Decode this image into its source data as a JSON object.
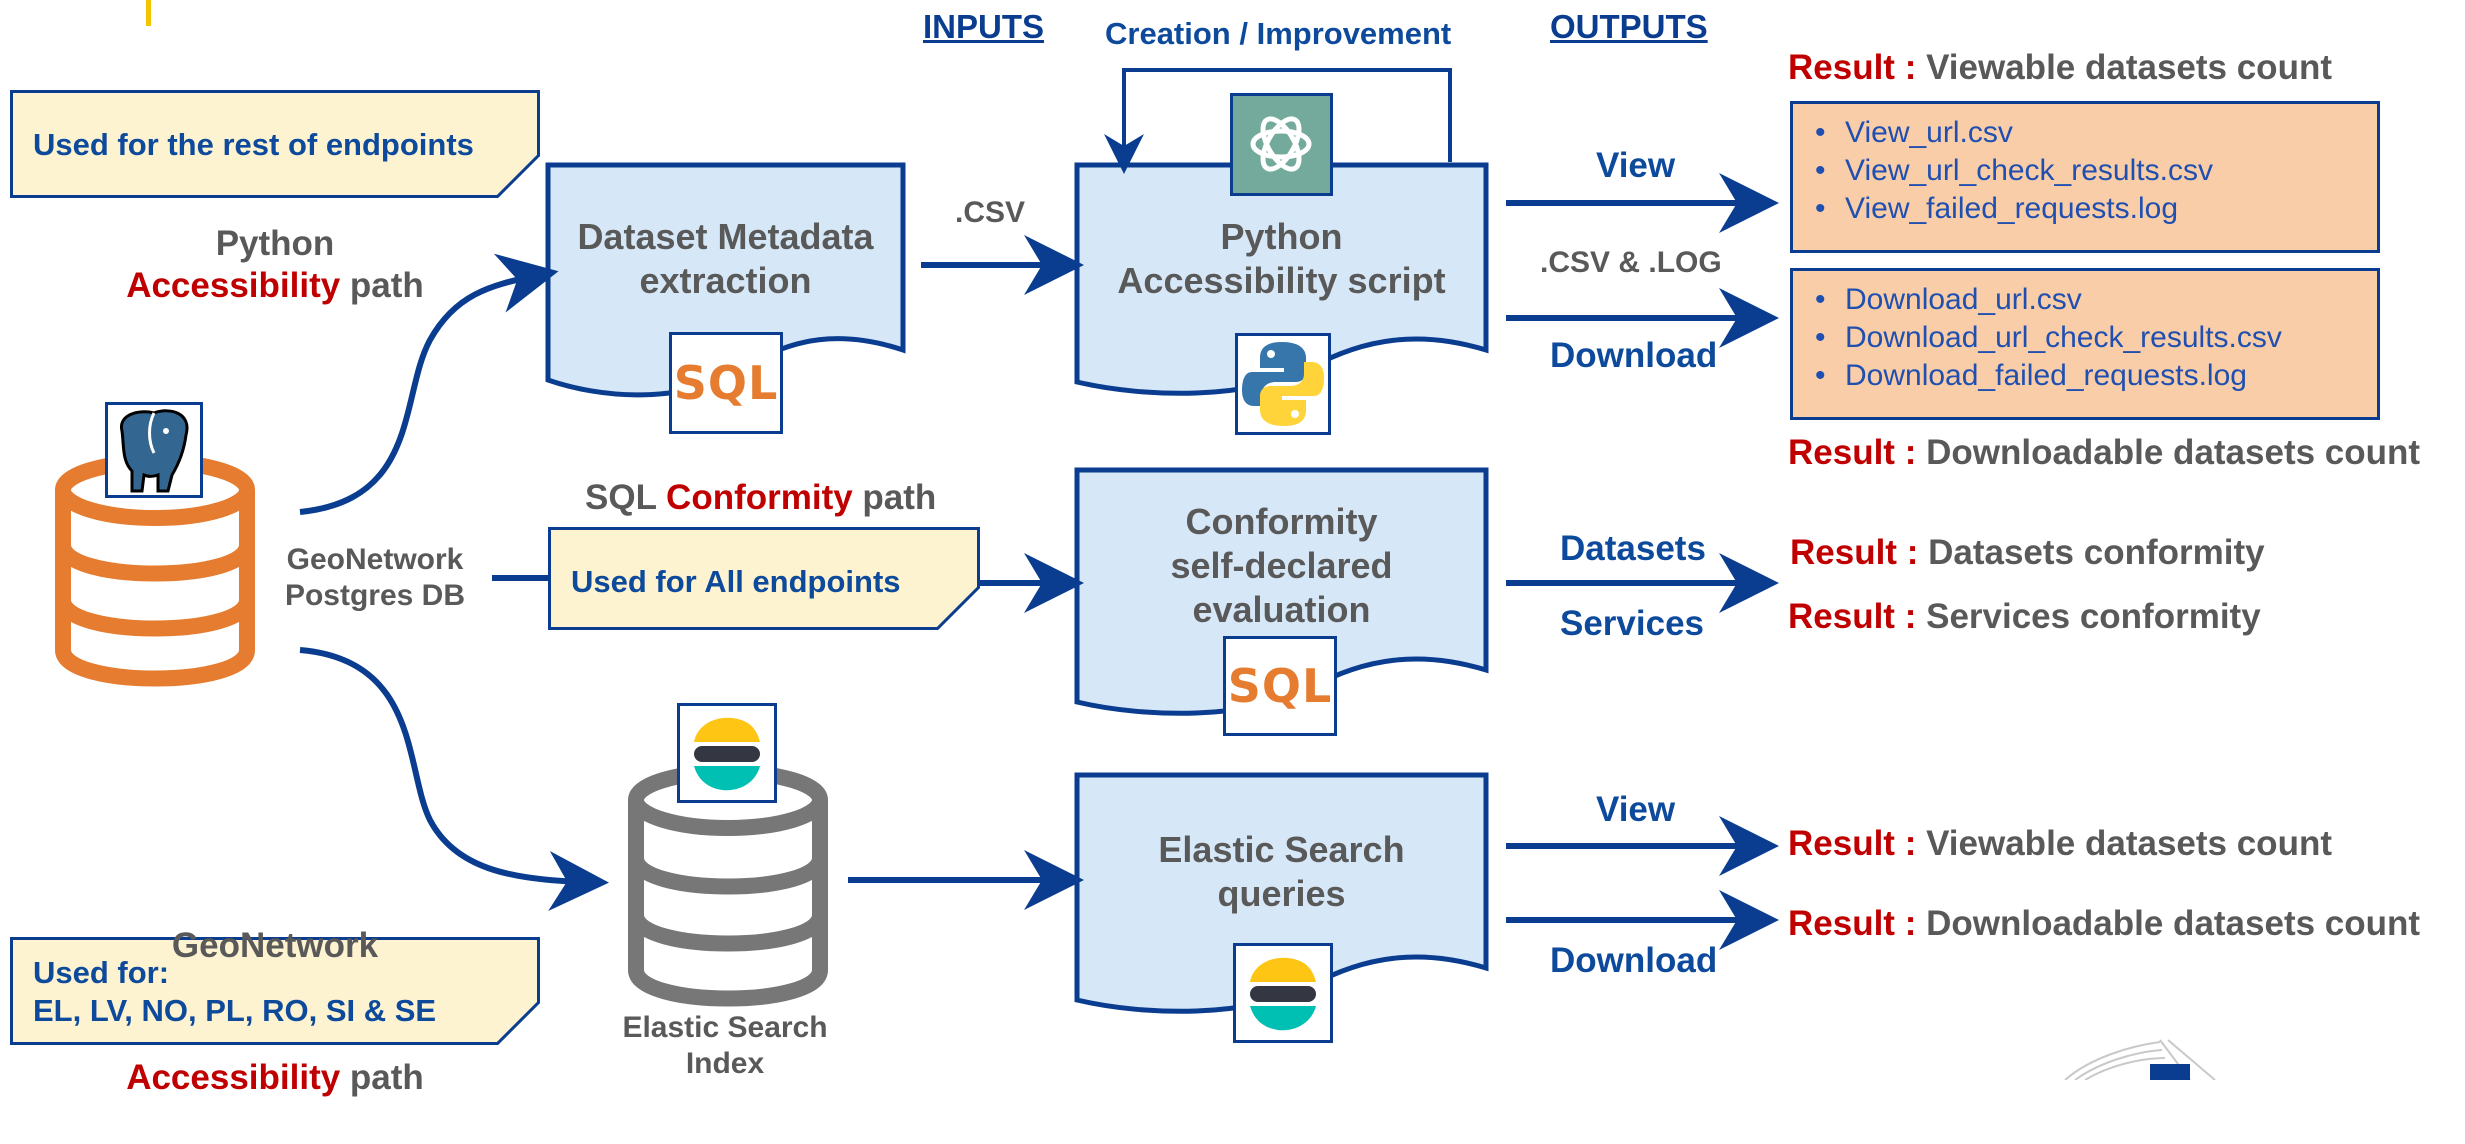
{
  "headers": {
    "inputs": "INPUTS",
    "creation": "Creation / Improvement",
    "outputs": "OUTPUTS"
  },
  "notes": {
    "rest": "Used for the rest of endpoints",
    "all": "Used for All endpoints",
    "used_for_line1": "Used for:",
    "used_for_line2": "EL, LV, NO, PL, RO, SI & SE"
  },
  "paths": {
    "python_line1": "Python",
    "python_accessibility": "Accessibility",
    "python_path": " path",
    "sql_prefix": "SQL ",
    "sql_conformity": "Conformity",
    "sql_path": " path",
    "geonetwork_line1": "GeoNetwork",
    "geonetwork_accessibility": "Accessibility",
    "geonetwork_path": " path"
  },
  "db": {
    "postgres_line1": "GeoNetwork",
    "postgres_line2": "Postgres DB",
    "elastic_line1": "Elastic Search",
    "elastic_line2": "Index"
  },
  "processes": {
    "metadata_line1": "Dataset Metadata",
    "metadata_line2": "extraction",
    "python_line1": "Python",
    "python_line2": "Accessibility script",
    "conformity_line1": "Conformity",
    "conformity_line2": "self-declared",
    "conformity_line3": "evaluation",
    "elastic_line1": "Elastic Search",
    "elastic_line2": "queries"
  },
  "icons": {
    "sql_text": "SQL"
  },
  "edges": {
    "csv": ".CSV",
    "csv_log": ".CSV & .LOG",
    "view1": "View",
    "download1": "Download",
    "datasets": "Datasets",
    "services": "Services",
    "view2": "View",
    "download2": "Download"
  },
  "files": {
    "view": [
      "View_url.csv",
      "View_url_check_results.csv",
      "View_failed_requests.log"
    ],
    "download": [
      "Download_url.csv",
      "Download_url_check_results.csv",
      "Download_failed_requests.log"
    ]
  },
  "results": {
    "key": "Result :",
    "viewable1": "Viewable datasets count",
    "downloadable1": "Downloadable datasets count",
    "datasets_conformity": "Datasets conformity",
    "services_conformity": "Services conformity",
    "viewable2": "Viewable datasets count",
    "downloadable2": "Downloadable datasets count"
  },
  "colors": {
    "dark_blue": "#0a3d8f",
    "process_fill": "#d6e7f7",
    "note_fill": "#fdf3d0",
    "file_fill": "#f8cda7",
    "accent_red": "#c00000",
    "gray_text": "#595959",
    "postgres_orange": "#e57c2f",
    "elastic_gray": "#777777"
  }
}
